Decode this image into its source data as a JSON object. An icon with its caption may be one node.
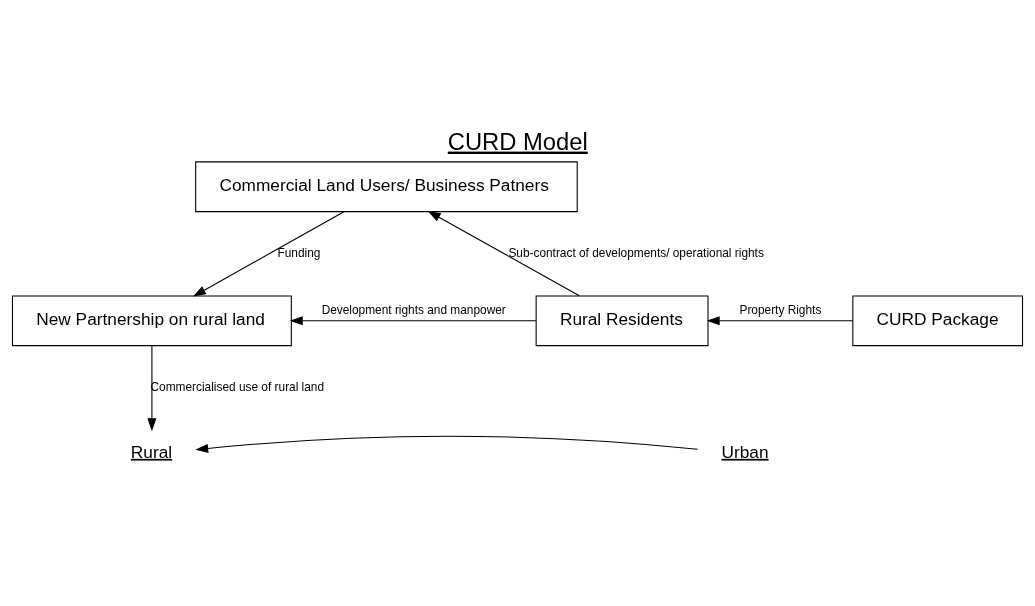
{
  "diagram": {
    "title": "CURD Model",
    "nodes": [
      {
        "text": [
          "Commercial Land Users/ Business Patners"
        ]
      },
      {
        "text": [
          "New Partnership on rural land"
        ]
      },
      {
        "text": [
          "Rural Residents"
        ]
      },
      {
        "text": [
          "CURD Package"
        ]
      },
      {
        "text": [
          "Rural"
        ]
      },
      {
        "text": [
          "Urban"
        ]
      }
    ],
    "edges": [
      {
        "from": 0,
        "to": 1,
        "arrow": "to",
        "label": "Funding"
      },
      {
        "from": 2,
        "to": 0,
        "arrow": "to",
        "label": "Sub-contract of developments/ operational rights"
      },
      {
        "from": 2,
        "to": 1,
        "arrow": "to",
        "label": "Development rights and manpower"
      },
      {
        "from": 3,
        "to": 2,
        "arrow": "to",
        "label": "Property Rights"
      },
      {
        "from": 1,
        "to": 4,
        "arrow": "to",
        "label": "Commercialised use of rural land"
      },
      {
        "from": 5,
        "to": 4,
        "arrow": "to"
      }
    ]
  }
}
